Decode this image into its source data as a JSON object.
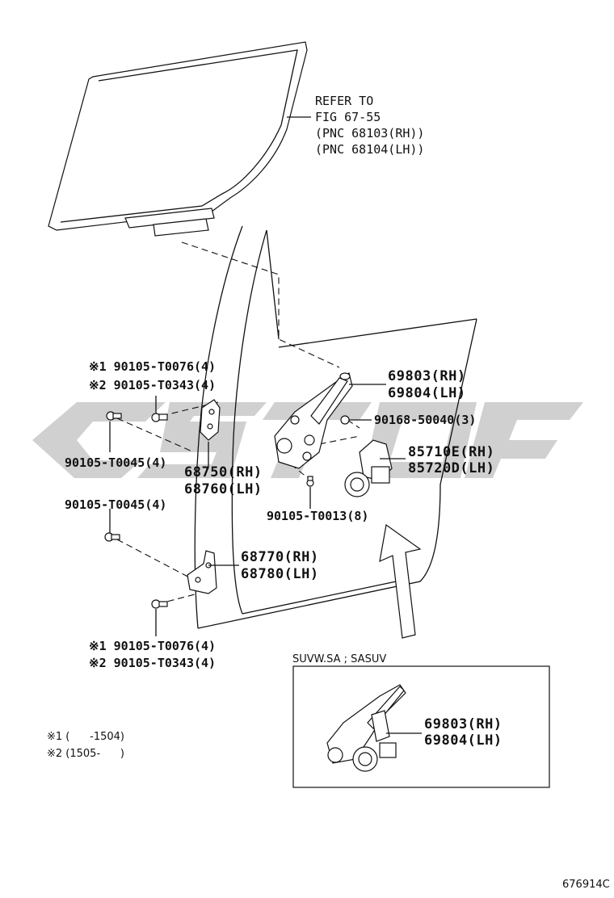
{
  "refer": {
    "line1": "REFER TO",
    "line2": "FIG 67-55",
    "line3": "(PNC 68103(RH))",
    "line4": "(PNC 68104(LH))"
  },
  "labels": {
    "bolt_top_1": "※1 90105-T0076(4)",
    "bolt_top_2": "※2 90105-T0343(4)",
    "regulator_rh": "69803(RH)",
    "regulator_lh": "69804(LH)",
    "screw_90168": "90168-50040(3)",
    "motor_rh": "85710E(RH)",
    "motor_lh": "85720D(LH)",
    "bolt_left_upper": "90105-T0045(4)",
    "hinge_upper_rh": "68750(RH)",
    "hinge_upper_lh": "68760(LH)",
    "bolt_left_lower": "90105-T0045(4)",
    "bolt_90105_t0013": "90105-T0013(8)",
    "hinge_lower_rh": "68770(RH)",
    "hinge_lower_lh": "68780(LH)",
    "bolt_bottom_1": "※1 90105-T0076(4)",
    "bolt_bottom_2": "※2 90105-T0343(4)"
  },
  "inset": {
    "title": "SUVW.SA ; SASUV",
    "regulator_rh": "69803(RH)",
    "regulator_lh": "69804(LH)"
  },
  "notes": {
    "note1": "※1 (      -1504)",
    "note2": "※2 (1505-      )"
  },
  "figure_code": "676914C"
}
